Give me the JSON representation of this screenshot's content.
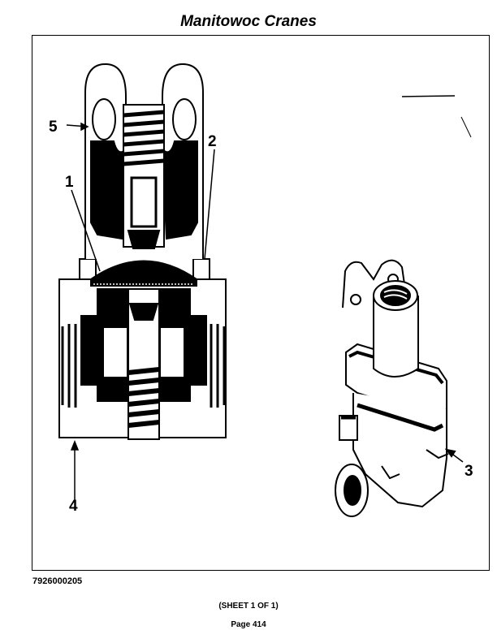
{
  "header": {
    "title": "Manitowoc Cranes"
  },
  "diagram": {
    "callouts": [
      "5",
      "2",
      "1",
      "3",
      "4"
    ]
  },
  "footer": {
    "doc_number": "7926000205",
    "sheet": "(SHEET 1 OF 1)",
    "page": "Page 414"
  }
}
